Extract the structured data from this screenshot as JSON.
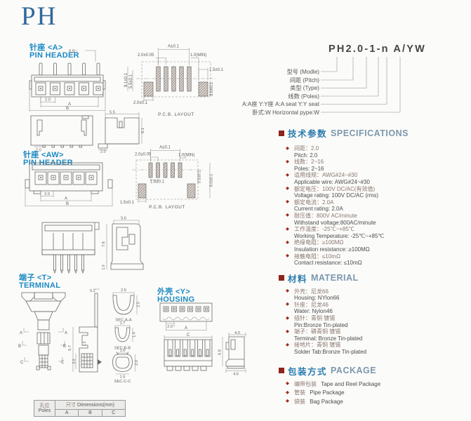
{
  "page": {
    "title": "PH"
  },
  "sections": {
    "pin_header_a": {
      "cn": "针座 <A>",
      "en": "PIN HEADER"
    },
    "pin_header_aw": {
      "cn": "针座 <AW>",
      "en": "PIN HEADER"
    },
    "terminal": {
      "cn": "端子 <T>",
      "en": "TERMINAL"
    },
    "housing": {
      "cn": "外壳 <Y>",
      "en": "HOUSING"
    }
  },
  "part_number": {
    "code": "PH2.0-1-n A/YW",
    "callouts": [
      "型号 (Modle)",
      "间距 (Pitch)",
      "类型 (Type)",
      "线数 (Poles)",
      "A:A座 Y:Y座 A:A seat Y:Y seat",
      "卧式:W Horizontal pype:W"
    ]
  },
  "specifications": {
    "cn": "技术参数",
    "en": "SPECIFICATIONS",
    "items": [
      {
        "cn": "间距：2.0",
        "en": "Pitch: 2.0"
      },
      {
        "cn": "线数：2~16",
        "en": "Poles: 2~16"
      },
      {
        "cn": "适用线规：AWG#24~#30",
        "en": "Applicable wire: AWG#24~#30"
      },
      {
        "cn": "额定电压：100V DC/AC(有效值)",
        "en": "Voltage rating: 100V DC/AC (rms)"
      },
      {
        "cn": "额定电流：2.0A",
        "en": "Current rating: 2.0A"
      },
      {
        "cn": "耐压值：800V AC/minute",
        "en": "Withstand voltage:800AC/minute"
      },
      {
        "cn": "工作温度：-25℃~+85℃",
        "en": "Working Temperature: -25℃~+85℃"
      },
      {
        "cn": "绝缘电阻：≥100MΩ",
        "en": "Insulation resistance: ≥100MΩ"
      },
      {
        "cn": "接触电阻：≤10mΩ",
        "en": "Contact resistance: ≤10mΩ"
      }
    ]
  },
  "material": {
    "cn": "材料",
    "en": "MATERIAL",
    "items": [
      {
        "cn": "外壳：尼龙66",
        "en": "Housing: NYlon66"
      },
      {
        "cn": "针座：尼龙46",
        "en": "Water: Nylon46"
      },
      {
        "cn": "插针：青铜 镀锡",
        "en": "Pin:Bronze Tin-plated"
      },
      {
        "cn": "端子：磷青铜 镀锡",
        "en": "Terminal: Bronze Tin-plated"
      },
      {
        "cn": "接地片：青铜 镀锡",
        "en": "Solder Tab:Bronze Tin-plated"
      }
    ]
  },
  "package": {
    "cn": "包装方式",
    "en": "PACKAGE",
    "items": [
      {
        "cn": "编带包装",
        "en": "Tape and Reel Package"
      },
      {
        "cn": "管装",
        "en": "Pipe Package"
      },
      {
        "cn": "袋装",
        "en": "Bag Package"
      }
    ]
  },
  "table": {
    "poles_cn": "孔位",
    "poles_en": "Poles",
    "dims_cn": "尺寸",
    "dims_en": "Dimensions(mm)",
    "columns": [
      "A",
      "B",
      "C"
    ]
  },
  "drawings": {
    "front_a": {
      "pin_dim": "0.5□",
      "pitch": "2.0",
      "dim_a": "A",
      "dim_b": "B"
    },
    "pcb_a": {
      "span": "A±0.1",
      "pad_pitch": "2.0±0.05",
      "min": "1.0(MIN)",
      "pad_w": "1.5±0.1",
      "pad_h": "3.0±0.1",
      "h1": "8.1±0.1",
      "h2": "5.5±0.1",
      "side_pad": "2.0±0.1",
      "caption": "P.C.B. LAYOUT"
    },
    "top_a": {
      "tail": "2.0"
    },
    "side_a": {
      "w": "5.5",
      "h": "6.1",
      "foot": "2.0"
    },
    "front_aw": {
      "pitch": "2.0",
      "dim_a": "A",
      "dim_b": "B"
    },
    "pcb_aw": {
      "span": "A±0.1",
      "pad_pitch": "2.0±0.05",
      "min": "1.0(MIN)",
      "pad_w": "1.6±0.1",
      "pad_h": "3.5±0.1",
      "total_h": "8.0±0.1",
      "side_pad": "1.5±0.1",
      "caption": "P.C.B. LAYOUT"
    },
    "side_aw": {
      "w": "5.6",
      "h": "7.6",
      "foot": "1.0"
    },
    "terminal_main": {
      "sec_a": "A",
      "sec_b": "B",
      "sec_c": "C"
    },
    "terminal_side": {
      "t": "0.2",
      "h": "5.7",
      "d1": "1.3",
      "d2": "2.0"
    },
    "sec_aa": {
      "label": "SEC.A-A",
      "w": "2.5",
      "h": "2.5"
    },
    "sec_bb": {
      "label": "SEC.B-B",
      "w": "1.7",
      "h": "1.4"
    },
    "sec_cc": {
      "label": "SEC.C-C",
      "w": "1.0",
      "h": "2.0",
      "base": "1.5"
    },
    "housing_top": {
      "pitch": "2.0",
      "dim_a": "A"
    },
    "housing_front": {
      "dim_c": "C"
    },
    "housing_side": {
      "w": "4.0",
      "h": "6.8",
      "d": "4.6"
    }
  },
  "ui": {
    "diamond": "◆"
  },
  "colors": {
    "title_blue": "#31689b",
    "section_label_blue": "#1b8ac5",
    "spec_header_blue": "#2c7cb0",
    "bullet_square_red": "#8e241b",
    "bullet_diamond_red": "#9e2f24",
    "drawing_line_gray": "#6b6b6b"
  }
}
